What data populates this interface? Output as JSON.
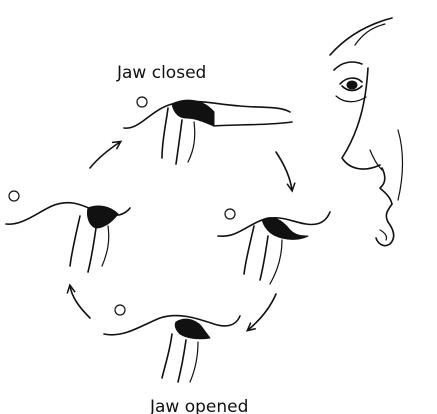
{
  "diagram": {
    "labels": {
      "top": "Jaw closed",
      "bottom": "Jaw opened"
    },
    "colors": {
      "ink": "#111111",
      "background": "#ffffff"
    },
    "stages": [
      "jaw-closed",
      "jaw-opening",
      "jaw-opened",
      "jaw-closing"
    ],
    "cycle_direction": "clockwise"
  }
}
